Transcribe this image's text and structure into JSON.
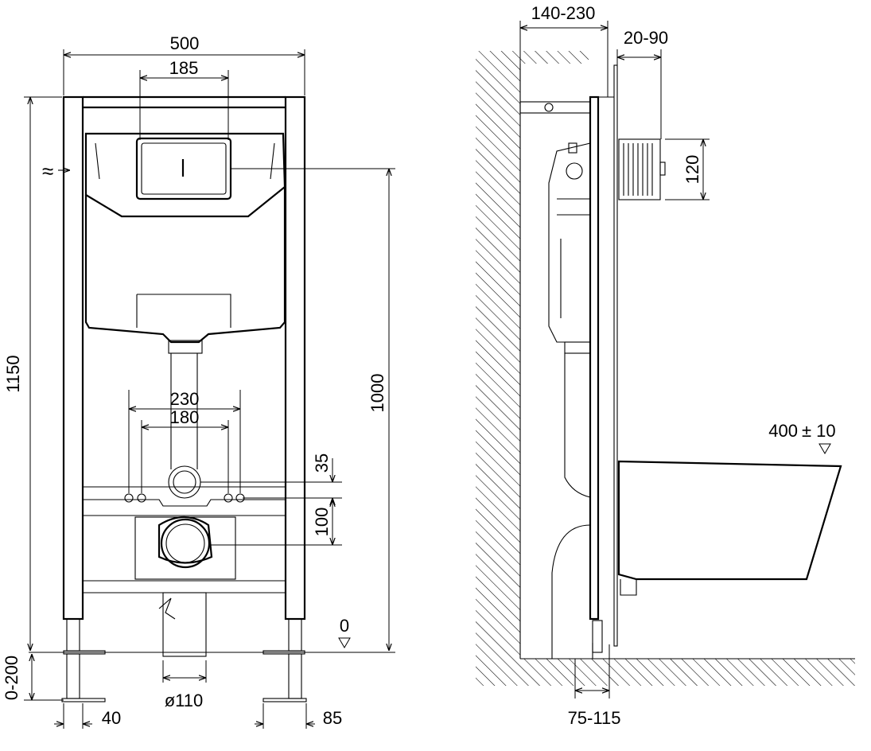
{
  "front_view": {
    "dims": {
      "frame_width": "500",
      "flush_plate_width": "185",
      "total_height": "1150",
      "inlet_height": "1000",
      "stud_outer": "230",
      "stud_inner": "180",
      "drain_to_studs": "35",
      "studs_to_outlet": "100",
      "foot_adjust": "0-200",
      "foot_width": "40",
      "foot_right": "85",
      "pipe_diameter": "ø110",
      "floor_level": "0"
    }
  },
  "side_view": {
    "dims": {
      "wall_distance": "140-230",
      "wall_finish": "20-90",
      "plate_height": "120",
      "pipe_offset": "75-115",
      "bowl_height": "400",
      "bowl_tolerance": "± 10"
    }
  }
}
